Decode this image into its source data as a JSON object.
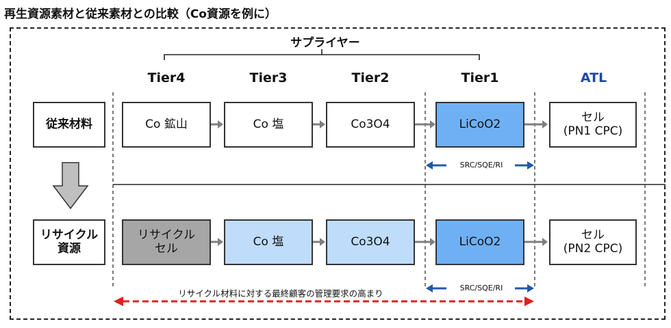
{
  "title": "再生資源素材と従来素材との比較（Co資源を例に）",
  "supplier_label": "サプライヤー",
  "tiers": [
    "Tier4",
    "Tier3",
    "Tier2",
    "Tier1"
  ],
  "atl_label": "ATL",
  "rows": {
    "conventional": {
      "label": "従来材料",
      "boxes": [
        "Co 鉱山",
        "Co 塩",
        "Co3O4",
        "LiCoO2"
      ],
      "cell": [
        "セル",
        "(PN1 CPC)"
      ],
      "note": "SRC/SQE/RI"
    },
    "recycled": {
      "label": [
        "リサイクル",
        "資源"
      ],
      "boxes": [
        [
          "リサイクル",
          "セル"
        ],
        "Co 塩",
        "Co3O4",
        "LiCoO2"
      ],
      "cell": [
        "セル",
        "(PN2 CPC)"
      ],
      "note": "SRC/SQE/RI"
    }
  },
  "footer": "リサイクル材料に対する最終顧客の管理要求の高まり",
  "colors": {
    "tier1_box": "#6fb0f5",
    "recycled_light_box": "#bfdcfb",
    "recycled_cell_box": "#a6a6a6",
    "atl_text": "#1f47a8",
    "note_arrow": "#1f5aa6",
    "footer_arrow": "#e0201b"
  }
}
